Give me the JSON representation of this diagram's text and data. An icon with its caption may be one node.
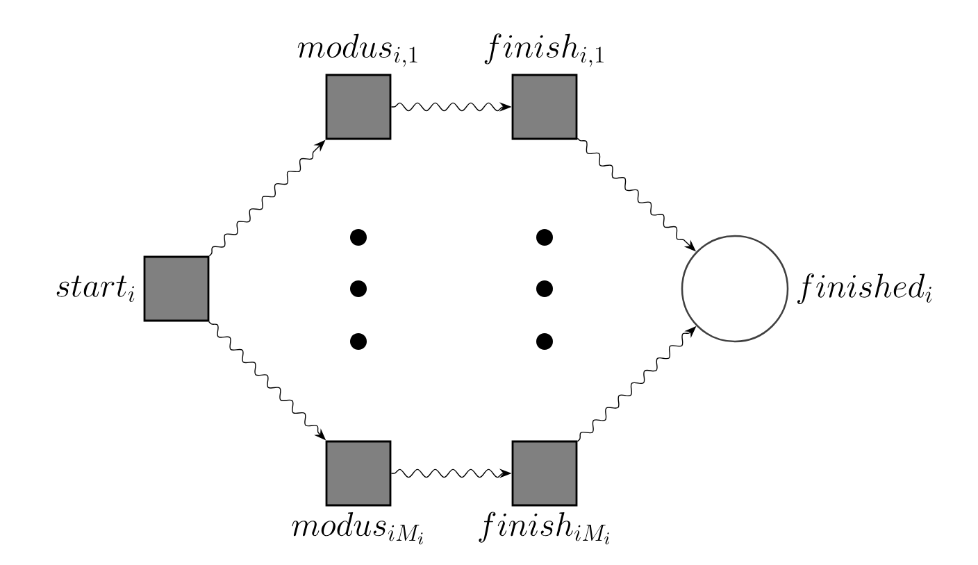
{
  "diagram": {
    "nodes": [
      {
        "text": [
          "start_{i}"
        ]
      },
      {
        "text": [
          "modus_{i,1}"
        ]
      },
      {
        "text": [
          "finish_{i,1}"
        ]
      },
      {
        "text": [
          "modus_{iM_{i}}"
        ]
      },
      {
        "text": [
          "finish_{iM_{i}}"
        ]
      },
      {
        "text": [
          "finished_{i}"
        ]
      }
    ],
    "edges": [
      {
        "from": 0,
        "to": 1,
        "arrow": "to"
      },
      {
        "from": 1,
        "to": 2,
        "arrow": "to"
      },
      {
        "from": 2,
        "to": 5,
        "arrow": "to"
      },
      {
        "from": 0,
        "to": 3,
        "arrow": "to"
      },
      {
        "from": 3,
        "to": 4,
        "arrow": "to"
      },
      {
        "from": 4,
        "to": 5,
        "arrow": "to"
      }
    ]
  }
}
